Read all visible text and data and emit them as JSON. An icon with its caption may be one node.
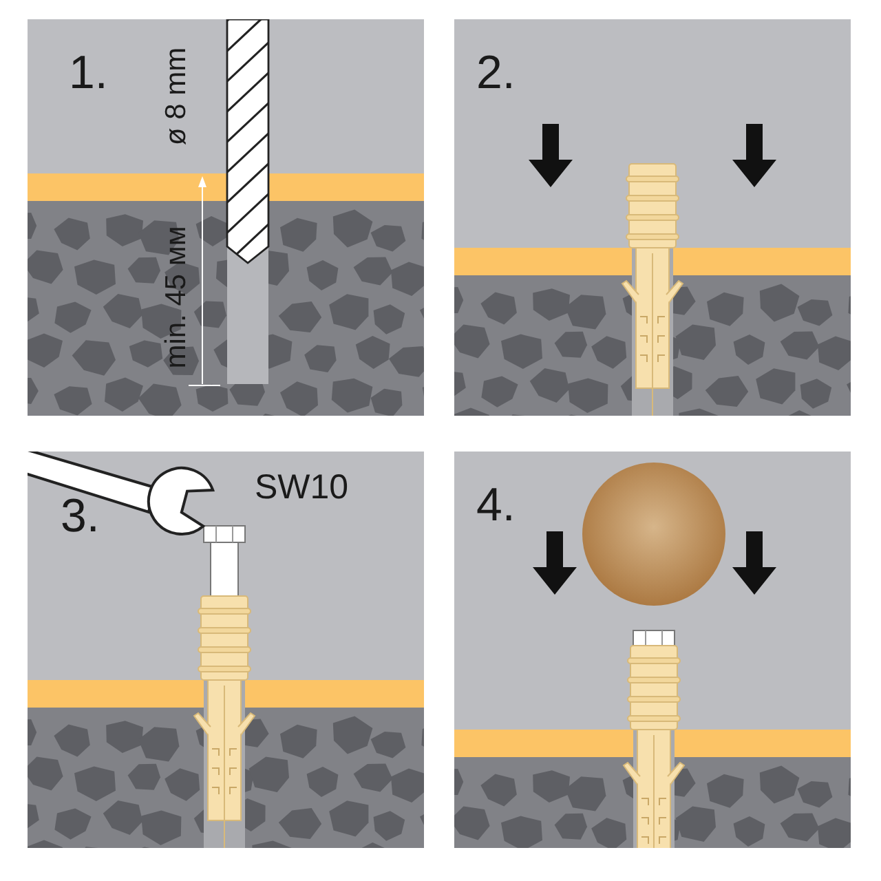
{
  "diagram": {
    "nodes": [
      {
        "text": [
          "1."
        ]
      },
      {
        "text": [
          "2."
        ]
      },
      {
        "text": [
          "3."
        ]
      },
      {
        "text": [
          "4."
        ]
      }
    ],
    "labels": [
      "ø 8 mm",
      "min. 45 мм",
      "SW10"
    ]
  }
}
